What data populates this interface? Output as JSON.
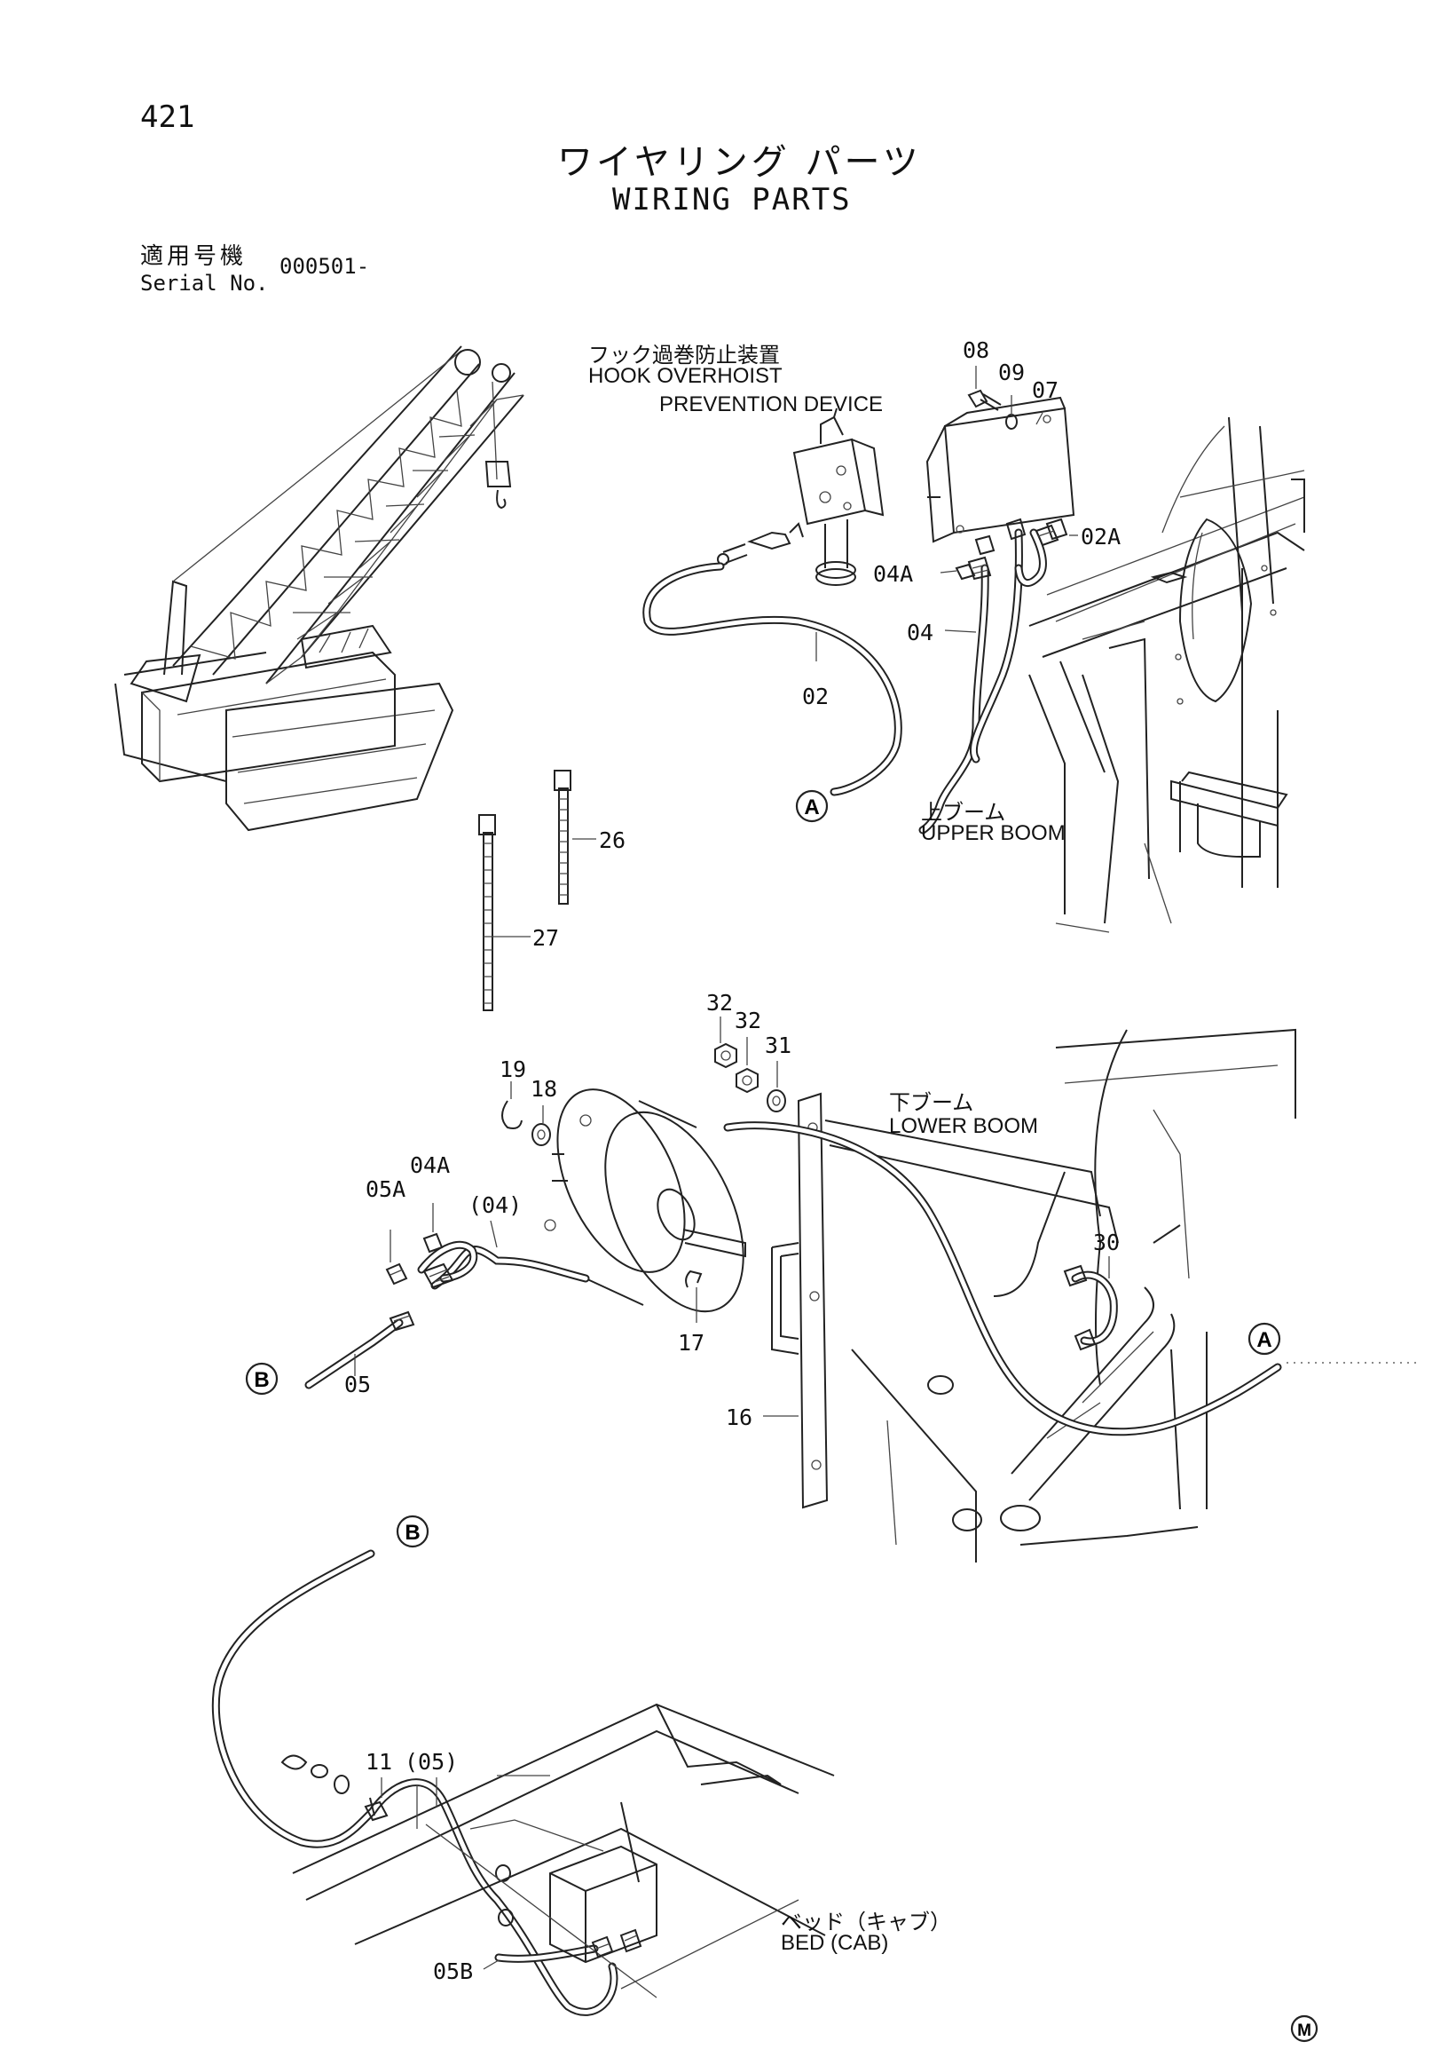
{
  "page_number": "421",
  "title_jp": "ワイヤリング パーツ",
  "title_en": "WIRING PARTS",
  "serial": {
    "label_jp": "適用号機",
    "label_en": "Serial No.",
    "value": "000501-"
  },
  "sections": {
    "hook_device_jp": "フック過巻防止装置",
    "hook_device_en_1": "HOOK OVERHOIST",
    "hook_device_en_2": "PREVENTION DEVICE",
    "upper_boom_jp": "上ブーム",
    "upper_boom_en": "UPPER BOOM",
    "lower_boom_jp": "下ブーム",
    "lower_boom_en": "LOWER BOOM",
    "bed_jp": "ベッド（キャブ）",
    "bed_en": "BED (CAB)"
  },
  "parts": {
    "p08": "08",
    "p09": "09",
    "p07": "07",
    "p02a": "02A",
    "p04a_top": "04A",
    "p04_top": "04",
    "p02": "02",
    "p26": "26",
    "p27": "27",
    "p32a": "32",
    "p32b": "32",
    "p31": "31",
    "p19": "19",
    "p18": "18",
    "p04a_mid": "04A",
    "p05a": "05A",
    "p04_paren": "(04)",
    "p30": "30",
    "p17": "17",
    "p05": "05",
    "p16": "16",
    "p11": "11",
    "p05_paren": "(05)",
    "p05b": "05B"
  },
  "connectors": {
    "a": "A",
    "b": "B"
  },
  "mark": "M"
}
